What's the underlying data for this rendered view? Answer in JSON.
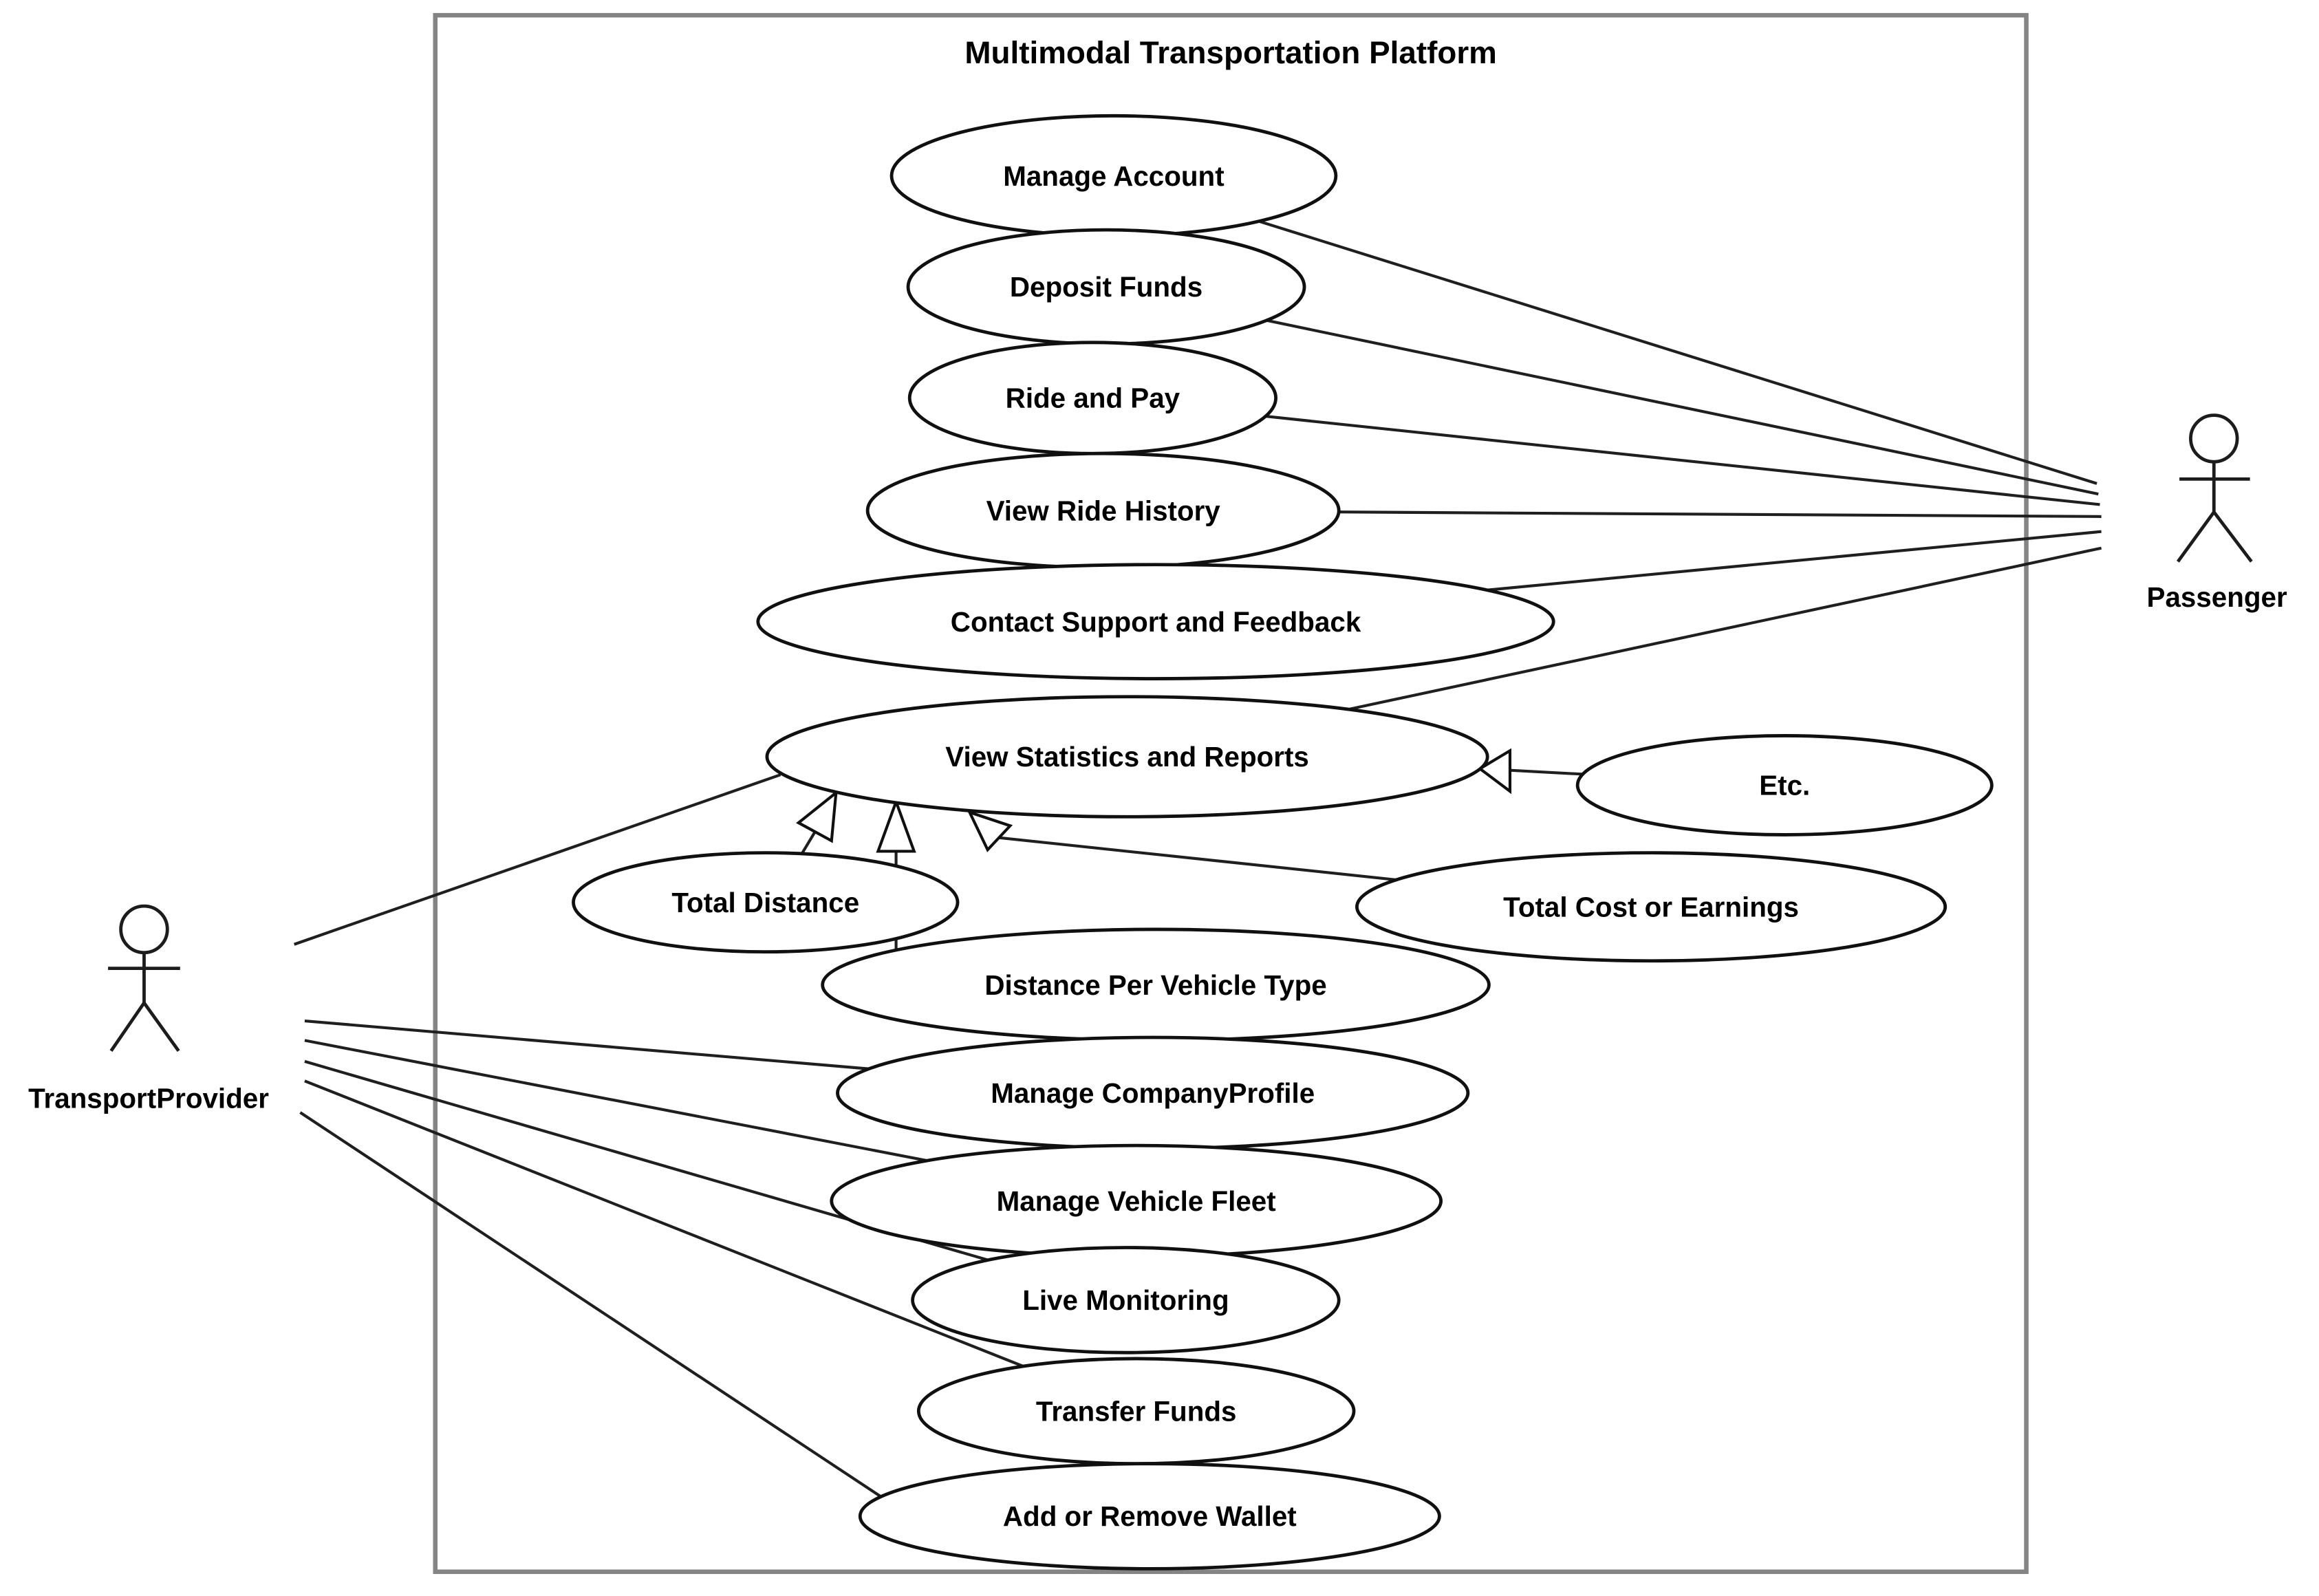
{
  "diagram": {
    "title": "Multimodal Transportation Platform",
    "actors": [
      {
        "name": "TransportProvider"
      },
      {
        "name": "Passenger"
      }
    ],
    "use_cases": [
      {
        "label": "Manage Account"
      },
      {
        "label": "Deposit Funds"
      },
      {
        "label": "Ride and Pay"
      },
      {
        "label": "View Ride History"
      },
      {
        "label": "Contact Support and Feedback"
      },
      {
        "label": "View Statistics and Reports"
      },
      {
        "label": "Etc."
      },
      {
        "label": "Total Distance"
      },
      {
        "label": "Total Cost or Earnings"
      },
      {
        "label": "Distance Per Vehicle Type"
      },
      {
        "label": "Manage CompanyProfile"
      },
      {
        "label": "Manage Vehicle Fleet"
      },
      {
        "label": "Live Monitoring"
      },
      {
        "label": "Transfer Funds"
      },
      {
        "label": "Add or Remove Wallet"
      }
    ],
    "associations": {
      "passenger": [
        "Manage Account",
        "Deposit Funds",
        "Ride and Pay",
        "View Ride History",
        "Contact Support and Feedback",
        "View Statistics and Reports"
      ],
      "transport_provider": [
        "View Statistics and Reports",
        "Manage CompanyProfile",
        "Manage Vehicle Fleet",
        "Live Monitoring",
        "Transfer Funds",
        "Add or Remove Wallet"
      ],
      "generalizations_to_view_statistics_and_reports": [
        "Total Distance",
        "Distance Per Vehicle Type",
        "Total Cost or Earnings",
        "Etc."
      ]
    }
  }
}
